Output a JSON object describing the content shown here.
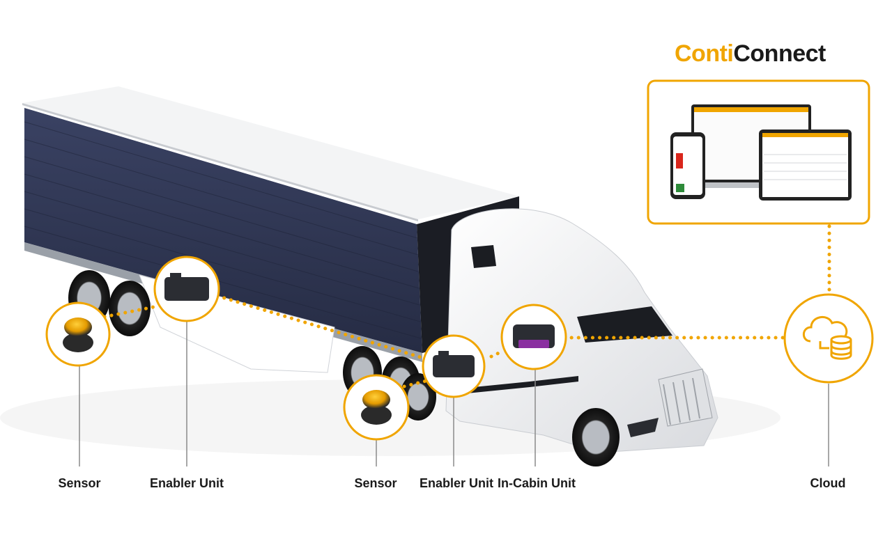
{
  "brand": {
    "part1": "Conti",
    "part2": "Connect"
  },
  "labels": {
    "sensor_rear": "Sensor",
    "enabler_rear": "Enabler Unit",
    "sensor_front": "Sensor",
    "enabler_front": "Enabler Unit",
    "in_cabin": "In-Cabin Unit",
    "cloud": "Cloud"
  },
  "colors": {
    "accent": "#f0a500",
    "trailer_side": "#2c3350",
    "text": "#1a1a1a"
  }
}
